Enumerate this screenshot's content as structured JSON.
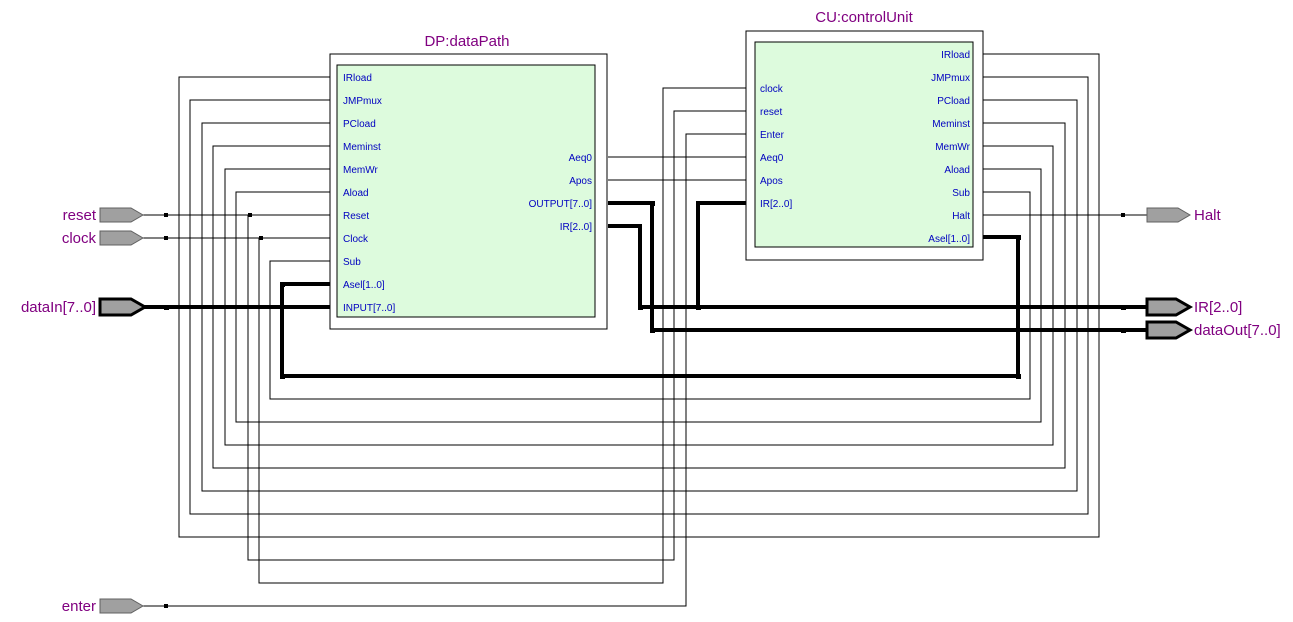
{
  "dp": {
    "title": "DP:dataPath",
    "left_pins": [
      "IRload",
      "JMPmux",
      "PCload",
      "Meminst",
      "MemWr",
      "Aload",
      "Reset",
      "Clock",
      "Sub",
      "Asel[1..0]",
      "INPUT[7..0]"
    ],
    "right_pins": [
      "Aeq0",
      "Apos",
      "OUTPUT[7..0]",
      "IR[2..0]"
    ]
  },
  "cu": {
    "title": "CU:controlUnit",
    "left_pins": [
      "clock",
      "reset",
      "Enter",
      "Aeq0",
      "Apos",
      "IR[2..0]"
    ],
    "right_pins": [
      "IRload",
      "JMPmux",
      "PCload",
      "Meminst",
      "MemWr",
      "Aload",
      "Sub",
      "Halt",
      "Asel[1..0]"
    ]
  },
  "inputs": {
    "reset": "reset",
    "clock": "clock",
    "dataIn": "dataIn[7..0]",
    "enter": "enter"
  },
  "outputs": {
    "halt": "Halt",
    "ir": "IR[2..0]",
    "dataOut": "dataOut[7..0]"
  },
  "colors": {
    "block_fill": "#ddfbdd",
    "title": "#800080",
    "pin_label": "#0000c0",
    "port_fill": "#a0a0a0"
  }
}
